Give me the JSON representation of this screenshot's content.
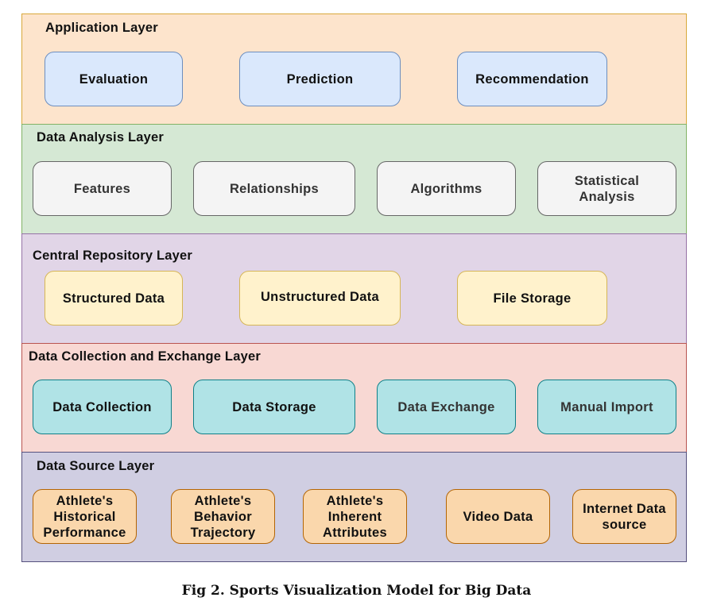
{
  "diagram": {
    "layers": [
      {
        "title": "Application Layer",
        "color": "#fde4cc",
        "nodes": [
          "Evaluation",
          "Prediction",
          "Recommendation"
        ]
      },
      {
        "title": "Data Analysis Layer",
        "color": "#d5e8d4",
        "nodes": [
          "Features",
          "Relationships",
          "Algorithms",
          "Statistical Analysis"
        ]
      },
      {
        "title": "Central Repository Layer",
        "color": "#e1d5e7",
        "nodes": [
          "Structured Data",
          "Unstructured Data",
          "File Storage"
        ]
      },
      {
        "title": "Data Collection and Exchange Layer",
        "color": "#f8d8d3",
        "nodes": [
          "Data Collection",
          "Data Storage",
          "Data Exchange",
          "Manual Import"
        ]
      },
      {
        "title": "Data Source Layer",
        "color": "#d0cee2",
        "nodes": [
          "Athlete's Historical Performance",
          "Athlete's Behavior Trajectory",
          "Athlete's Inherent Attributes",
          "Video Data",
          "Internet Data source"
        ]
      }
    ]
  },
  "caption": "Fig 2. Sports Visualization Model for Big Data"
}
